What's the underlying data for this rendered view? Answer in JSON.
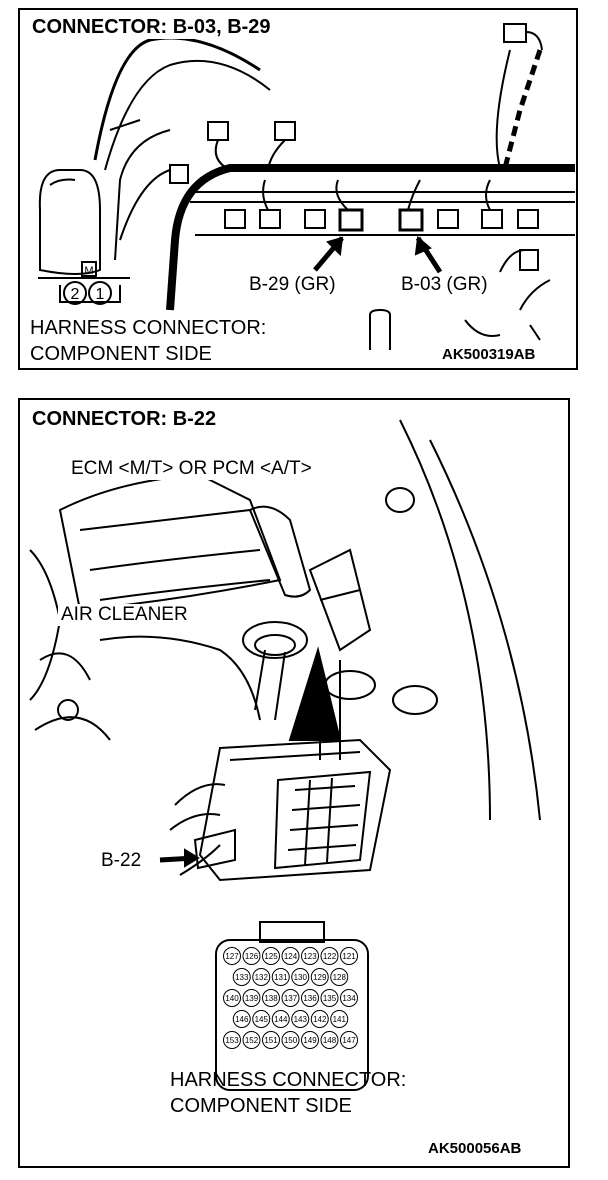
{
  "panel1": {
    "title": "CONNECTOR: B-03, B-29",
    "label_b29": "B-29 (GR)",
    "label_b03": "B-03 (GR)",
    "harness_line1": "HARNESS CONNECTOR:",
    "harness_line2": "COMPONENT SIDE",
    "code": "AK500319AB",
    "relay_mark": "M",
    "relay_pins": [
      "2",
      "1"
    ]
  },
  "panel2": {
    "title": "CONNECTOR: B-22",
    "ecm_label": "ECM <M/T> OR PCM <A/T>",
    "air_cleaner": "AIR CLEANER",
    "b22_label": "B-22",
    "harness_line1": "HARNESS CONNECTOR:",
    "harness_line2": "COMPONENT SIDE",
    "code": "AK500056AB",
    "pin_rows": [
      [
        "127",
        "126",
        "125",
        "124",
        "123",
        "122",
        "121"
      ],
      [
        "133",
        "132",
        "131",
        "130",
        "129",
        "128"
      ],
      [
        "140",
        "139",
        "138",
        "137",
        "136",
        "135",
        "134"
      ],
      [
        "146",
        "145",
        "144",
        "143",
        "142",
        "141"
      ],
      [
        "153",
        "152",
        "151",
        "150",
        "149",
        "148",
        "147"
      ]
    ]
  }
}
